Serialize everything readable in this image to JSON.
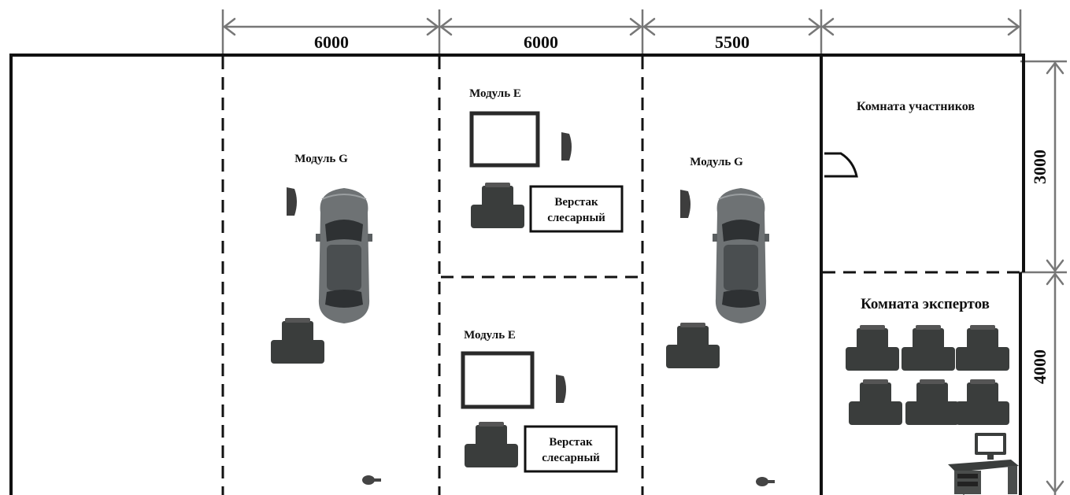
{
  "dimensions": {
    "top": [
      "6000",
      "6000",
      "5500",
      ""
    ],
    "right": [
      "3000",
      "4000"
    ]
  },
  "zones": {
    "left_module_g": "Модуль G",
    "right_module_g": "Модуль G",
    "module_e_top": "Модуль E",
    "module_e_bottom": "Модуль E",
    "bench_top": [
      "Верстак",
      "слесарный"
    ],
    "bench_bottom": [
      "Верстак",
      "слесарный"
    ],
    "participants_room": "Комната участников",
    "experts_room": "Комната экспертов"
  },
  "colors": {
    "wall": "#111111",
    "dimension_line": "#777777",
    "furniture": "#3a3d3c"
  }
}
